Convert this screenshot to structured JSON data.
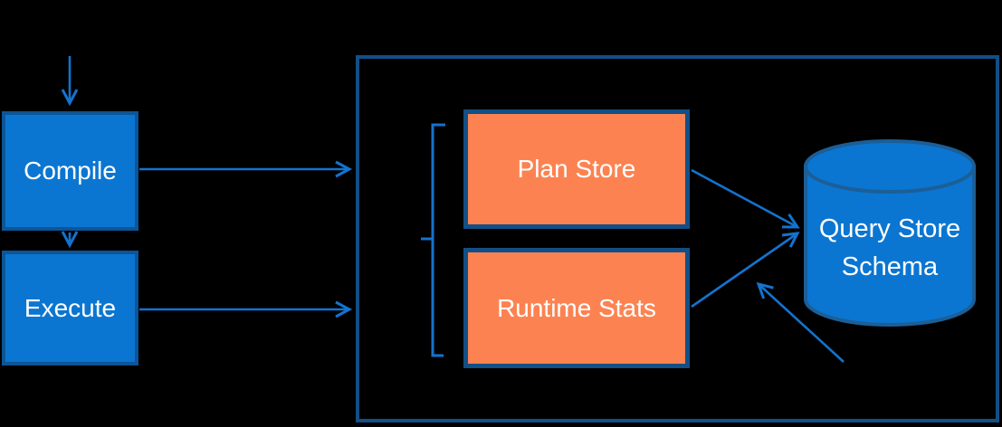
{
  "colors": {
    "background": "#000000",
    "process_fill": "#0b76d1",
    "process_border": "#0d5596",
    "store_fill": "#fc8351",
    "store_border": "#124f87",
    "container_border": "#124f87",
    "db_fill": "#0b76d1",
    "db_border": "#1c5e97",
    "arrow": "#1373cf",
    "label": "#ffffff"
  },
  "nodes": {
    "compile": {
      "label": "Compile",
      "type": "process"
    },
    "execute": {
      "label": "Execute",
      "type": "process"
    },
    "plan_store": {
      "label": "Plan Store",
      "type": "store"
    },
    "runtime_stats": {
      "label": "Runtime Stats",
      "type": "store"
    },
    "query_store_schema": {
      "label": "Query Store Schema",
      "label_line1": "Query Store",
      "label_line2": "Schema",
      "type": "database-cylinder"
    },
    "query_store_container": {
      "type": "container-outline"
    }
  },
  "edges": [
    {
      "from": "above",
      "to": "compile"
    },
    {
      "from": "compile",
      "to": "execute"
    },
    {
      "from": "compile",
      "to": "query_store_container"
    },
    {
      "from": "execute",
      "to": "query_store_container"
    },
    {
      "from": "plan_store",
      "to": "query_store_schema"
    },
    {
      "from": "runtime_stats",
      "to": "query_store_schema"
    },
    {
      "from": "bottom-right",
      "to": "query_store_schema"
    }
  ],
  "brace": {
    "groups": [
      "plan_store",
      "runtime_stats"
    ],
    "points_toward": "left"
  }
}
